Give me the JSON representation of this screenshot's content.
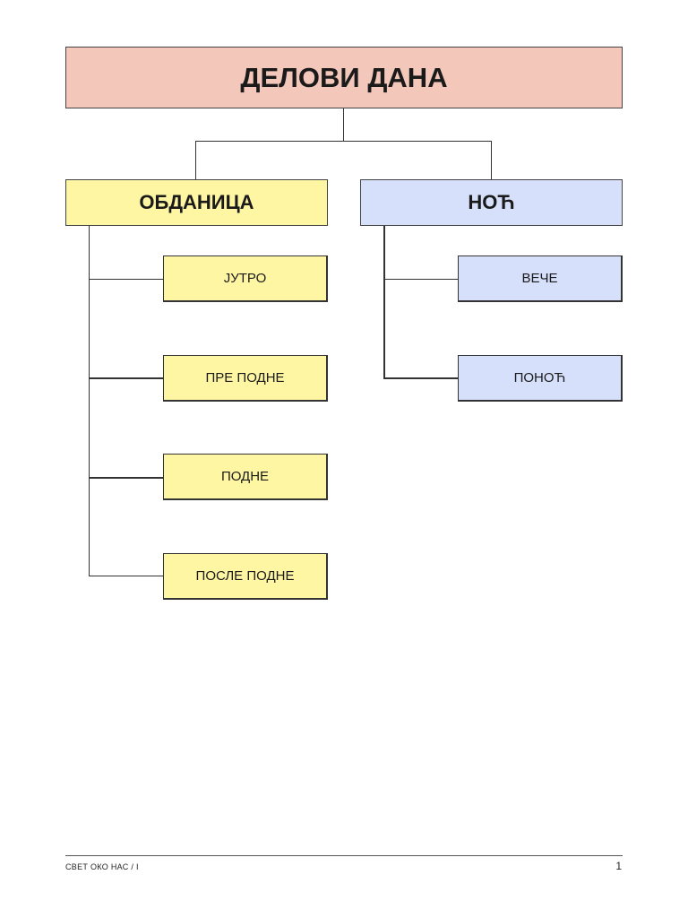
{
  "title": "ДЕЛОВИ ДАНА",
  "branches": [
    {
      "label": "ОБДАНИЦА",
      "items": [
        "JУТРО",
        "ПРЕ ПОДНЕ",
        "ПОДНЕ",
        "ПОСЛЕ ПОДНЕ"
      ]
    },
    {
      "label": "НОЋ",
      "items": [
        "ВЕЧЕ",
        "ПОНОЋ"
      ]
    }
  ],
  "colors": {
    "title_fill": "#f4c7bb",
    "day_fill": "#fef6a3",
    "night_fill": "#d6e0fb",
    "line": "#333333"
  },
  "footer": {
    "left": "СВЕТ ОКО НАС / I",
    "page": "1"
  }
}
